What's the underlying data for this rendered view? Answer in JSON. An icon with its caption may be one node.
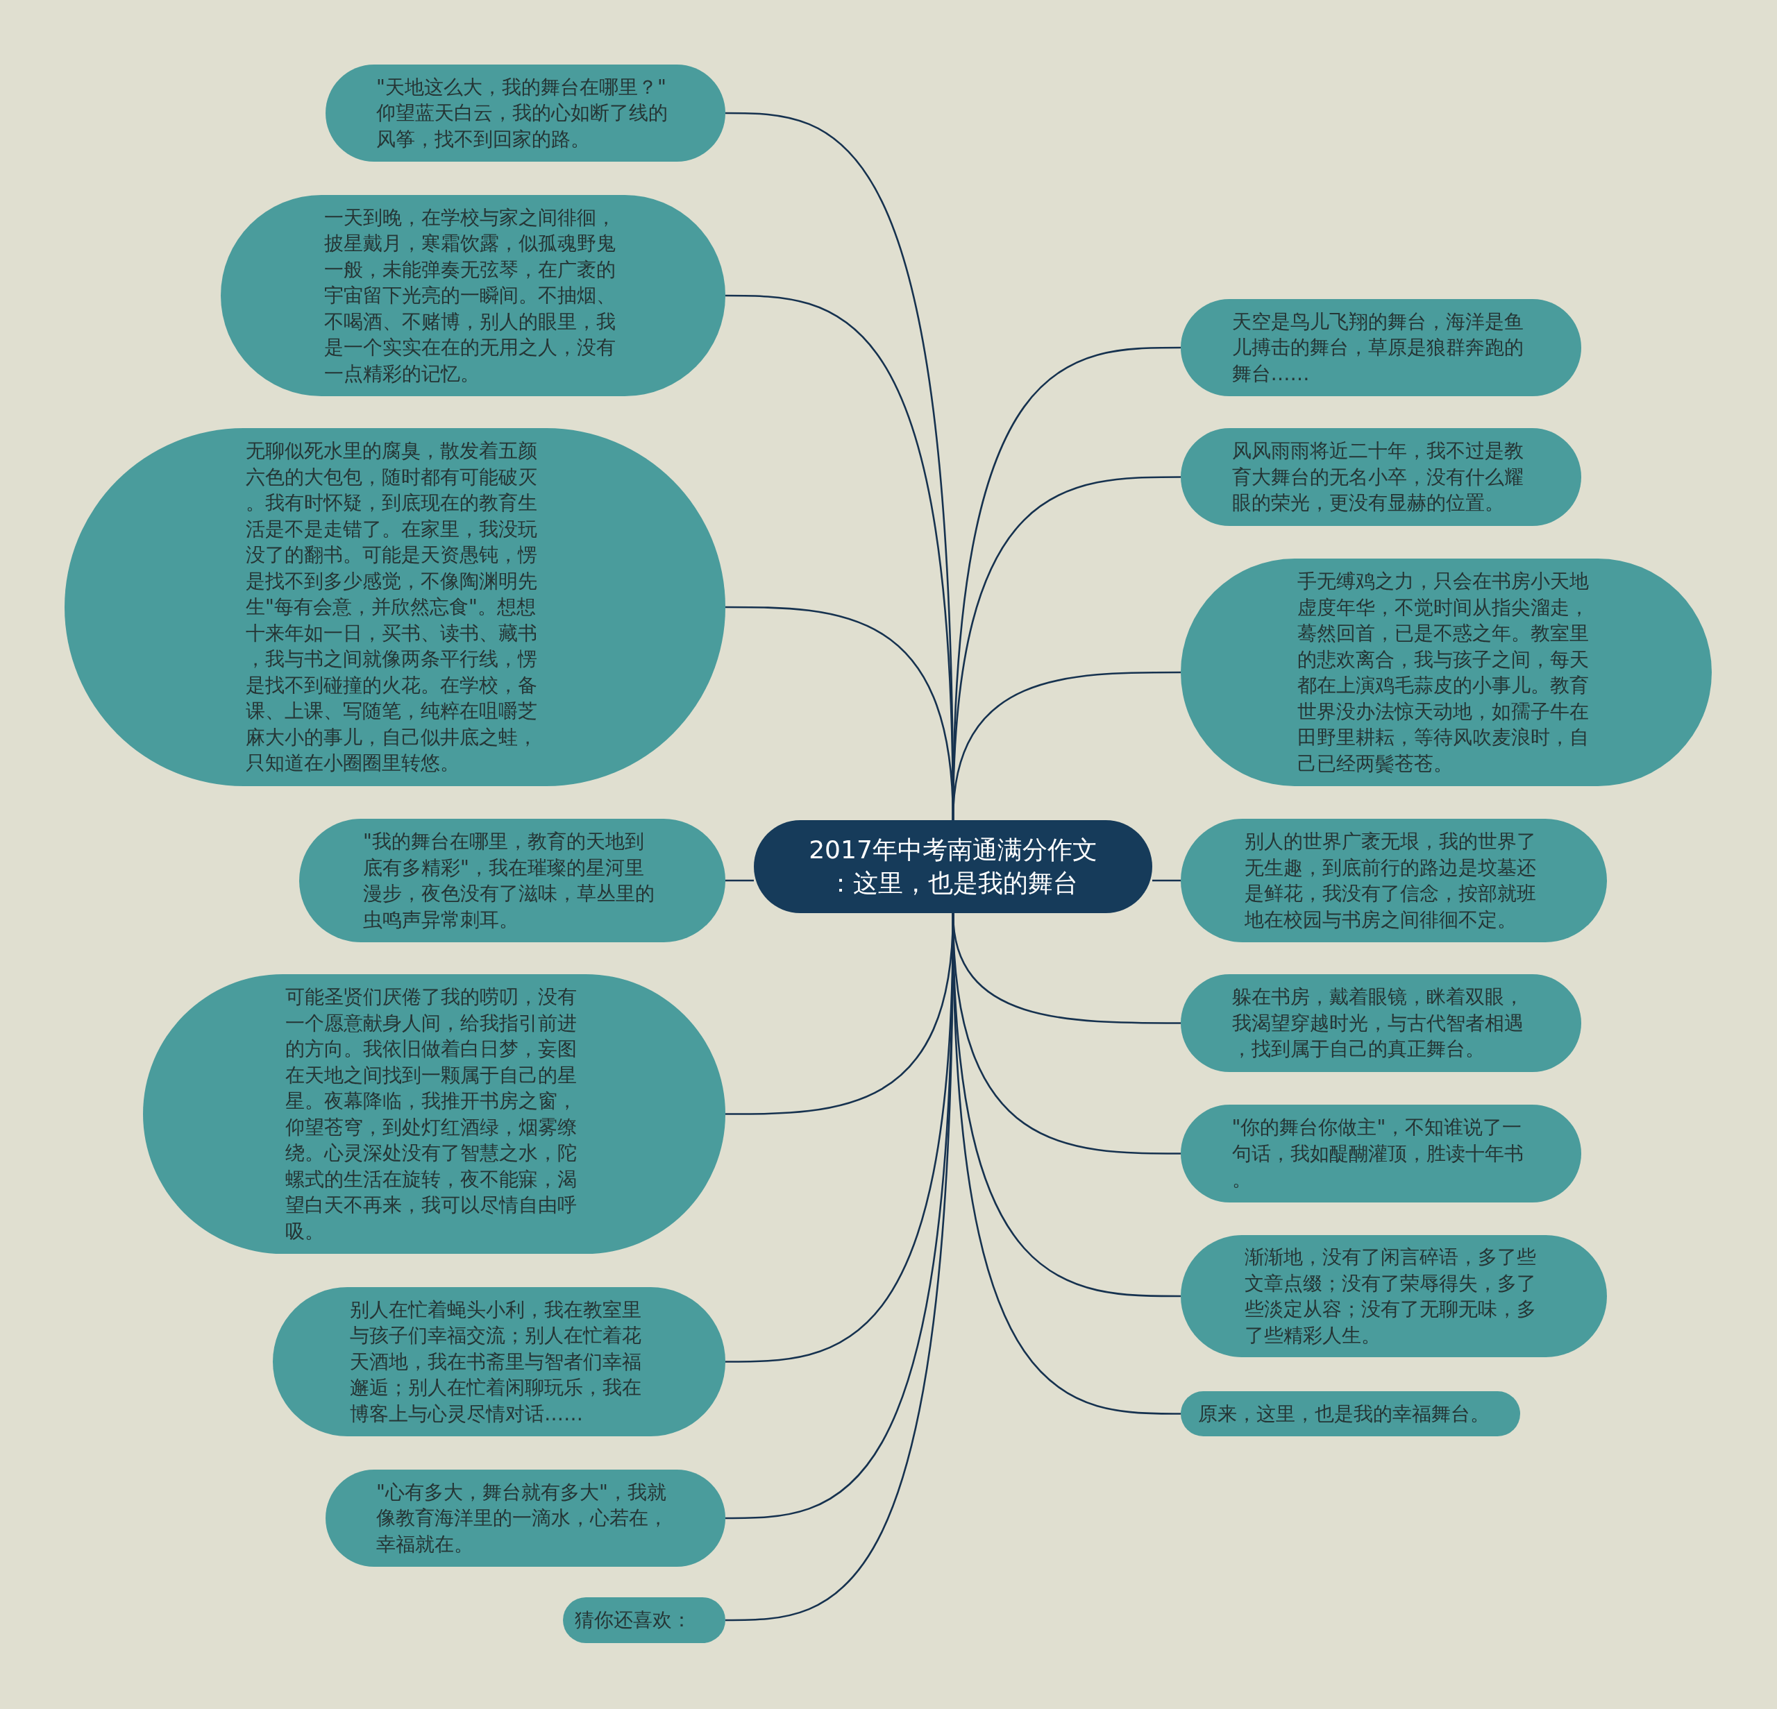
{
  "diagram": {
    "nodes": [
      {
        "text": [
          "2017年中考南通满分作文：这里，也是我的舞台"
        ]
      },
      {
        "text": [
          "\"天地这么大，我的舞台在哪里？\" 仰望蓝天白云，我的心如断了线的风筝，找不到回家的路。"
        ]
      },
      {
        "text": [
          "一天到晚，在学校与家之间徘徊，披星戴月，寒霜饮露，似孤魂野鬼一般，未能弹奏无弦琴，在广袤的宇宙留下光亮的一瞬间。不抽烟、不喝酒、不赌博，别人的眼里，我是一个实实在在的无用之人，没有一点精彩的记忆。"
        ]
      },
      {
        "text": [
          "无聊似死水里的腐臭，散发着五颜六色的大包包，随时都有可能破灭。我有时怀疑，到底现在的教育生活是不是走错了。在家里，我没玩没了的翻书。可能是天资愚钝，愣是找不到多少感觉，不像陶渊明先生\"每有会意，并欣然忘食\"。想想十来年如一日，买书、读书、藏书，我与书之间就像两条平行线，愣是找不到碰撞的火花。在学校，备课、上课、写随笔，纯粹在咀嚼芝麻大小的事儿，自己似井底之蛙，只知道在小圈圈里转悠。"
        ]
      },
      {
        "text": [
          "\"我的舞台在哪里，教育的天地到底有多精彩\"，我在璀璨的星河里漫步，夜色没有了滋味，草丛里的虫鸣声异常刺耳。"
        ]
      },
      {
        "text": [
          "可能圣贤们厌倦了我的唠叨，没有一个愿意献身人间，给我指引前进的方向。我依旧做着白日梦，妄图在天地之间找到一颗属于自己的星星。夜幕降临，我推开书房之窗，仰望苍穹，到处灯红酒绿，烟雾缭绕。心灵深处没有了智慧之水，陀螺式的生活在旋转，夜不能寐，渴望白天不再来，我可以尽情自由呼吸。"
        ]
      },
      {
        "text": [
          "别人在忙着蝇头小利，我在教室里与孩子们幸福交流；别人在忙着花天酒地，我在书斋里与智者们幸福邂逅；别人在忙着闲聊玩乐，我在博客上与心灵尽情对话……"
        ]
      },
      {
        "text": [
          "\"心有多大，舞台就有多大\"，我就像教育海洋里的一滴水，心若在，幸福就在。"
        ]
      },
      {
        "text": [
          "猜你还喜欢："
        ]
      },
      {
        "text": [
          "天空是鸟儿飞翔的舞台，海洋是鱼儿搏击的舞台，草原是狼群奔跑的舞台……"
        ]
      },
      {
        "text": [
          "风风雨雨将近二十年，我不过是教育大舞台的无名小卒，没有什么耀眼的荣光，更没有显赫的位置。"
        ]
      },
      {
        "text": [
          "手无缚鸡之力，只会在书房小天地虚度年华，不觉时间从指尖溜走，蓦然回首，已是不惑之年。教室里的悲欢离合，我与孩子之间，每天都在上演鸡毛蒜皮的小事儿。教育世界没办法惊天动地，如孺子牛在田野里耕耘，等待风吹麦浪时，自己已经两鬓苍苍。"
        ]
      },
      {
        "text": [
          "别人的世界广袤无垠，我的世界了无生趣，到底前行的路边是坟墓还是鲜花，我没有了信念，按部就班地在校园与书房之间徘徊不定。"
        ]
      },
      {
        "text": [
          "躲在书房，戴着眼镜，眯着双眼，我渴望穿越时光，与古代智者相遇，找到属于自己的真正舞台。"
        ]
      },
      {
        "text": [
          "\"你的舞台你做主\"，不知谁说了一句话，我如醍醐灌顶，胜读十年书。"
        ]
      },
      {
        "text": [
          "渐渐地，没有了闲言碎语，多了些文章点缀；没有了荣辱得失，多了些淡定从容；没有了无聊无味，多了些精彩人生。"
        ]
      },
      {
        "text": [
          "原来，这里，也是我的幸福舞台。"
        ]
      }
    ],
    "edges": [
      {
        "from": 0,
        "to": 1,
        "arrow": "none"
      },
      {
        "from": 0,
        "to": 2,
        "arrow": "none"
      },
      {
        "from": 0,
        "to": 3,
        "arrow": "none"
      },
      {
        "from": 0,
        "to": 4,
        "arrow": "none"
      },
      {
        "from": 0,
        "to": 5,
        "arrow": "none"
      },
      {
        "from": 0,
        "to": 6,
        "arrow": "none"
      },
      {
        "from": 0,
        "to": 7,
        "arrow": "none"
      },
      {
        "from": 0,
        "to": 8,
        "arrow": "none"
      },
      {
        "from": 0,
        "to": 9,
        "arrow": "none"
      },
      {
        "from": 0,
        "to": 10,
        "arrow": "none"
      },
      {
        "from": 0,
        "to": 11,
        "arrow": "none"
      },
      {
        "from": 0,
        "to": 12,
        "arrow": "none"
      },
      {
        "from": 0,
        "to": 13,
        "arrow": "none"
      },
      {
        "from": 0,
        "to": 14,
        "arrow": "none"
      },
      {
        "from": 0,
        "to": 15,
        "arrow": "none"
      },
      {
        "from": 0,
        "to": 16,
        "arrow": "none"
      }
    ]
  }
}
